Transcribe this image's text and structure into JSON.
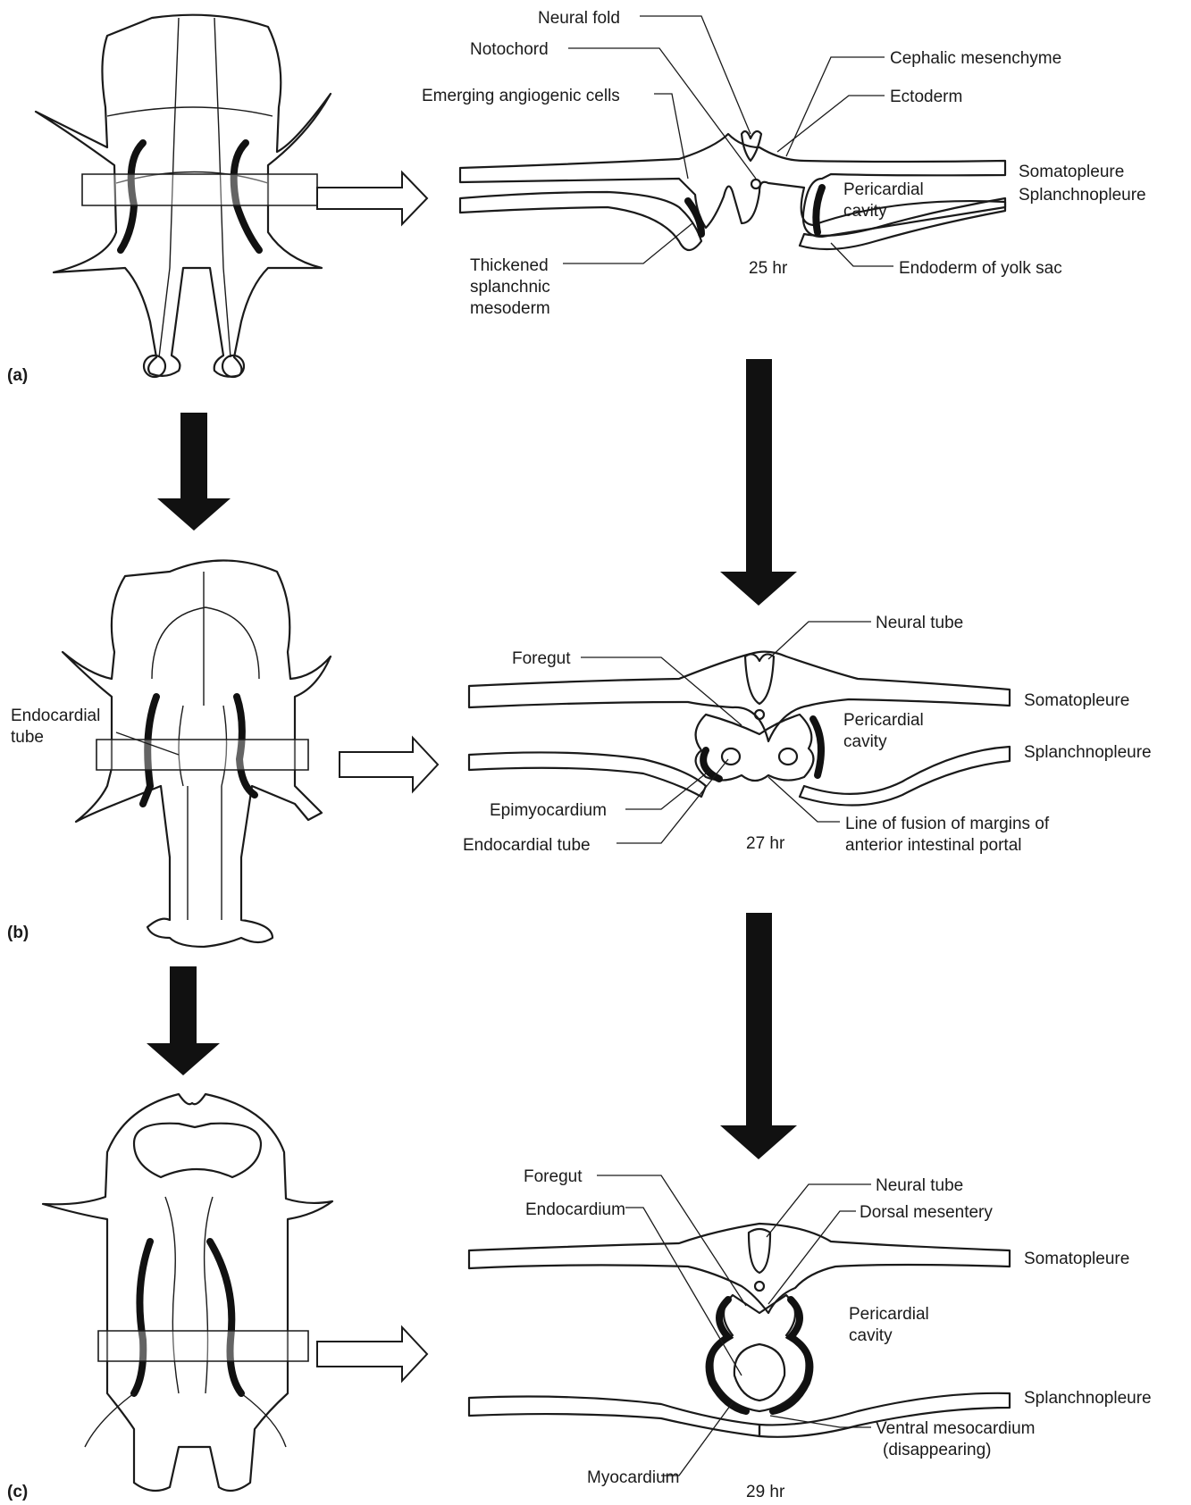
{
  "panels": {
    "a": {
      "label": "(a)",
      "time": "25 hr",
      "labels": {
        "neural_fold": "Neural fold",
        "notochord": "Notochord",
        "cephalic_mesenchyme": "Cephalic mesenchyme",
        "angiogenic": "Emerging angiogenic cells",
        "ectoderm": "Ectoderm",
        "somatopleure": "Somatopleure",
        "pericardial_1": "Pericardial",
        "pericardial_2": "cavity",
        "splanchnopleure": "Splanchnopleure",
        "thickened_1": "Thickened",
        "thickened_2": "splanchnic",
        "thickened_3": "mesoderm",
        "endoderm": "Endoderm of yolk sac"
      }
    },
    "b": {
      "label": "(b)",
      "time": "27 hr",
      "labels": {
        "endocardial_left_1": "Endocardial",
        "endocardial_left_2": "tube",
        "neural_tube": "Neural tube",
        "foregut": "Foregut",
        "somatopleure": "Somatopleure",
        "pericardial_1": "Pericardial",
        "pericardial_2": "cavity",
        "splanchnopleure": "Splanchnopleure",
        "epimyocardium": "Epimyocardium",
        "endocardial_tube": "Endocardial tube",
        "fusion_1": "Line of fusion of margins of",
        "fusion_2": "anterior intestinal portal"
      }
    },
    "c": {
      "label": "(c)",
      "time": "29 hr",
      "labels": {
        "foregut": "Foregut",
        "neural_tube": "Neural tube",
        "endocardium": "Endocardium",
        "dorsal_mesentery": "Dorsal mesentery",
        "somatopleure": "Somatopleure",
        "pericardial_1": "Pericardial",
        "pericardial_2": "cavity",
        "splanchnopleure": "Splanchnopleure",
        "ventral_1": "Ventral mesocardium",
        "ventral_2": "(disappearing)",
        "myocardium": "Myocardium"
      }
    }
  }
}
